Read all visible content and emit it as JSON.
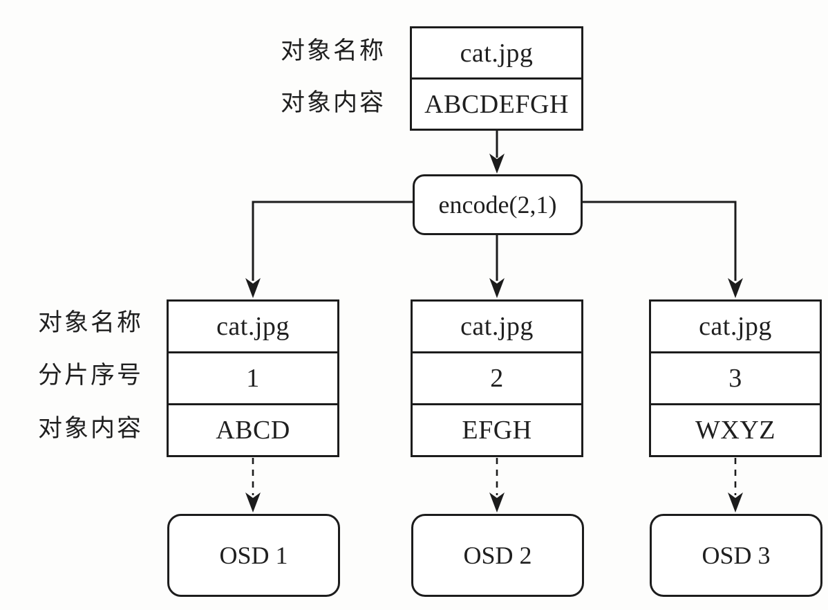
{
  "source": {
    "name_label": "对象名称",
    "content_label": "对象内容",
    "name": "cat.jpg",
    "content": "ABCDEFGH"
  },
  "encode": {
    "label": "encode(2,1)"
  },
  "shard_row_labels": {
    "name": "对象名称",
    "index": "分片序号",
    "content": "对象内容"
  },
  "shards": [
    {
      "name": "cat.jpg",
      "index": "1",
      "content": "ABCD",
      "osd": "OSD 1"
    },
    {
      "name": "cat.jpg",
      "index": "2",
      "content": "EFGH",
      "osd": "OSD 2"
    },
    {
      "name": "cat.jpg",
      "index": "3",
      "content": "WXYZ",
      "osd": "OSD 3"
    }
  ],
  "colors": {
    "line": "#1c1c1c",
    "background": "#fdfdfc",
    "text": "#1f1f1f"
  }
}
